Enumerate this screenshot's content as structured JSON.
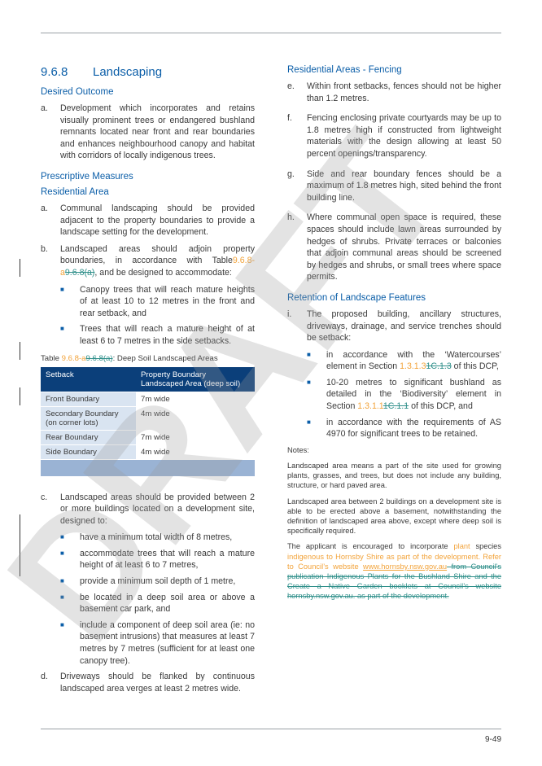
{
  "section": {
    "number": "9.6.8",
    "title": "Landscaping"
  },
  "desired_outcome": {
    "heading": "Desired Outcome",
    "items": [
      {
        "marker": "a.",
        "text": "Development which incorporates and retains visually prominent trees or endangered bushland remnants located near front and rear boundaries and enhances neighbourhood canopy and habitat with corridors of locally indigenous trees."
      }
    ]
  },
  "prescriptive": {
    "heading": "Prescriptive Measures",
    "subheading": "Residential Area",
    "item_a": {
      "marker": "a.",
      "text": "Communal landscaping should be provided adjacent to the property boundaries to provide a landscape setting for the development."
    },
    "item_b": {
      "marker": "b.",
      "pre": "Landscaped areas should adjoin property boundaries, in accordance with Table",
      "ins": "9.6.8-a",
      "del": "9.6.8(a)",
      "post": ", and be designed to accommodate:"
    },
    "bullets_b": [
      "Canopy trees that will reach mature heights of at least 10 to 12 metres in the front and rear setback, and",
      "Trees that will reach a mature height of at least 6 to 7 metres in the side setbacks."
    ],
    "item_c": {
      "marker": "c.",
      "text": "Landscaped areas should be provided between 2 or more buildings located on a development site, designed to:"
    },
    "bullets_c": [
      "have a minimum total width of 8 metres,",
      "accommodate trees that will reach a mature height of at least 6 to 7 metres,",
      "provide a minimum soil depth of 1 metre,",
      "be located in a deep soil area or above a basement car park, and",
      "include a component of deep soil area (ie: no basement intrusions) that measures at least 7 metres by 7 metres (sufficient for at least one canopy tree)."
    ],
    "item_d": {
      "marker": "d.",
      "text": "Driveways should be flanked by continuous landscaped area verges at least 2 metres wide."
    }
  },
  "table": {
    "caption_pre": "Table ",
    "caption_ins": "9.6.8-a",
    "caption_del": "9.6.8(a)",
    "caption_post": ": Deep Soil Landscaped Areas",
    "headers": [
      "Setback",
      "Property Boundary Landscaped Area (deep soil)"
    ],
    "rows": [
      [
        "Front Boundary",
        "7m wide"
      ],
      [
        "Secondary Boundary (on corner lots)",
        "4m wide"
      ],
      [
        "Rear Boundary",
        "7m wide"
      ],
      [
        "Side Boundary",
        "4m wide"
      ]
    ]
  },
  "fencing": {
    "heading": "Residential Areas - Fencing",
    "items": [
      {
        "marker": "e.",
        "text": "Within front setbacks, fences should not be higher than 1.2 metres."
      },
      {
        "marker": "f.",
        "text": "Fencing enclosing private courtyards may be up to 1.8 metres high if constructed from lightweight materials with the design allowing at least 50 percent openings/transparency."
      },
      {
        "marker": "g.",
        "text": "Side and rear boundary fences should be a maximum of 1.8 metres high, sited behind the front building line."
      },
      {
        "marker": "h.",
        "text": "Where communal open space is required, these spaces should include lawn areas surrounded by hedges of shrubs. Private terraces or balconies that adjoin communal areas should be screened by hedges and shrubs, or small trees where space permits."
      }
    ]
  },
  "retention": {
    "heading": "Retention of Landscape Features",
    "item_i": {
      "marker": "i.",
      "text": "The proposed building, ancillary structures, driveways, drainage, and service trenches should be setback:"
    },
    "bullet1": {
      "pre": "in accordance with the ‘Watercourses’ element in Section ",
      "ins": "1.3.1.3",
      "del": "1C.1.3",
      "post": " of this DCP,"
    },
    "bullet2": {
      "pre": "10-20 metres to significant bushland as detailed in the ‘Biodiversity’ element in Section ",
      "ins": "1.3.1.1",
      "del": "1C.1.1",
      "post": " of this DCP, and"
    },
    "bullet3": {
      "text": "in accordance with the requirements of AS 4970 for significant trees to be retained."
    }
  },
  "notes": {
    "label": "Notes:",
    "n1_term": "Landscaped area",
    "n1_rest": " means a part of the site used for growing plants, grasses, and trees, but does not include any building, structure, or hard paved area.",
    "n2": "Landscaped area between 2 buildings on a development site is able to be erected above a basement, notwithstanding the definition of landscaped area above, except where deep soil is specifically required.",
    "n3_pre": "The applicant is encouraged to incorporate ",
    "n3_ins1": "plant",
    "n3_mid": " species ",
    "n3_ins2": "indigenous to Hornsby Shire as part of the development. Refer to Council’s website ",
    "n3_link": "www.hornsby.nsw.gov.au",
    "n3_del": " from Council’s publication Indigenous Plants for the Bushland Shire and the Create a Native Garden booklets at Council’s website hornsby.nsw.gov.au. as part of the development."
  },
  "watermark": "DRAFT",
  "page_number": "9-49"
}
